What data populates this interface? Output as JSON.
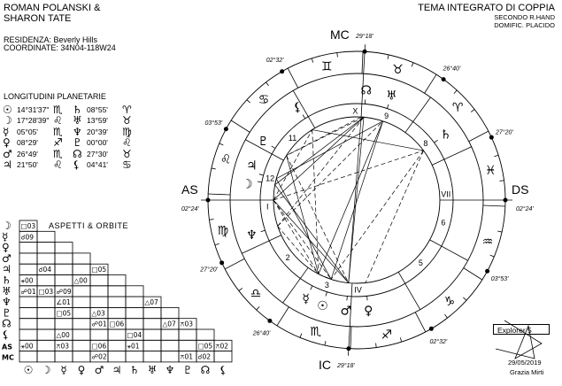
{
  "header": {
    "names_line1": "ROMAN POLANSKI &",
    "names_line2": "SHARON TATE",
    "residence": "RESIDENZA: Beverly Hills",
    "coordinates": "COORDINATE: 34N04-118W24",
    "chart_title": "TEMA INTEGRATO DI COPPIA",
    "method": "SECONDO R.HAND",
    "house_system": "DOMIFIC. PLACIDO"
  },
  "planet_list": {
    "title": "LONGITUDINI PLANETARIE",
    "left": [
      {
        "planet": "☉",
        "name": "sun",
        "deg": "14°31'37\"",
        "sign": "♏"
      },
      {
        "planet": "☽",
        "name": "moon",
        "deg": "17°28'39\"",
        "sign": "♌"
      },
      {
        "planet": "☿",
        "name": "mercury",
        "deg": "05°05'",
        "sign": "♏"
      },
      {
        "planet": "♀",
        "name": "venus",
        "deg": "08°29'",
        "sign": "♐"
      },
      {
        "planet": "♂",
        "name": "mars",
        "deg": "26°49'",
        "sign": "♏"
      },
      {
        "planet": "♃",
        "name": "jupiter",
        "deg": "21°50'",
        "sign": "♌"
      }
    ],
    "right": [
      {
        "planet": "♄",
        "name": "saturn",
        "deg": "08°55'",
        "sign": "♈"
      },
      {
        "planet": "♅",
        "name": "uranus",
        "deg": "13°59'",
        "sign": "♉"
      },
      {
        "planet": "♆",
        "name": "neptune",
        "deg": "20°39'",
        "sign": "♍"
      },
      {
        "planet": "♇",
        "name": "pluto",
        "deg": "00°00'",
        "sign": "♌"
      },
      {
        "planet": "☊",
        "name": "node",
        "deg": "27°30'",
        "sign": "♉"
      },
      {
        "planet": "⚸",
        "name": "lilith",
        "deg": "04°41'",
        "sign": "♋"
      }
    ]
  },
  "aspects": {
    "title": "ASPETTI & ORBITE",
    "row_labels": [
      "☽",
      "☿",
      "♀",
      "♂",
      "♃",
      "♄",
      "♅",
      "♆",
      "♇",
      "☊",
      "⚸",
      "AS",
      "MC"
    ],
    "col_labels": [
      "☉",
      "☽",
      "☿",
      "♀",
      "♂",
      "♃",
      "♄",
      "♅",
      "♆",
      "♇",
      "☊",
      "⚸"
    ],
    "rows": [
      [
        "□03"
      ],
      [
        "☌09",
        ""
      ],
      [
        "",
        "",
        ""
      ],
      [
        "",
        "",
        "",
        ""
      ],
      [
        "",
        "☌04",
        "",
        "",
        "□05"
      ],
      [
        "⚹00",
        "",
        "",
        "△00",
        "",
        ""
      ],
      [
        "☍01",
        "□03",
        "☍09",
        "",
        "",
        "",
        ""
      ],
      [
        "",
        "",
        "∠01",
        "",
        "",
        "",
        "",
        "△07"
      ],
      [
        "",
        "",
        "□05",
        "",
        "△03",
        "",
        "",
        "",
        ""
      ],
      [
        "",
        "",
        "",
        "",
        "☍01",
        "□06",
        "",
        "",
        "△07",
        "⚻03"
      ],
      [
        "",
        "",
        "△00",
        "",
        "",
        "",
        "□04",
        "",
        "",
        "",
        ""
      ],
      [
        "⚹00",
        "",
        "⚻03",
        "",
        "□06",
        "",
        "⚹01",
        "",
        "",
        "",
        "□05",
        "⚻02"
      ],
      [
        "",
        "",
        "",
        "",
        "☍02",
        "",
        "",
        "",
        "",
        "⚻01",
        "☌02",
        ""
      ]
    ]
  },
  "wheel": {
    "angles": {
      "as_label": "AS",
      "as_deg": "02°24'",
      "mc_label": "MC",
      "mc_deg": "29°18'",
      "ds_label": "DS",
      "ds_deg": "02°24'",
      "ic_label": "IC",
      "ic_deg": "29°18'"
    },
    "cusp_degrees": {
      "h11": "02°32'",
      "h12": "03°53'",
      "h2": "27°20'",
      "h3": "26°40'",
      "h5": "02°32'",
      "h6": "03°53'",
      "h8": "27°20'",
      "h9": "26°40'"
    },
    "house_labels": [
      "I",
      "2",
      "3",
      "IV",
      "5",
      "6",
      "VII",
      "8",
      "9",
      "X",
      "11",
      "12"
    ],
    "signs": [
      "♈",
      "♉",
      "♊",
      "♋",
      "♌",
      "♍",
      "♎",
      "♏",
      "♐",
      "♑",
      "♒",
      "♓"
    ]
  },
  "footer": {
    "software": "Explorer 5",
    "date": "29/05/2019",
    "author": "Grazia Mirti"
  }
}
